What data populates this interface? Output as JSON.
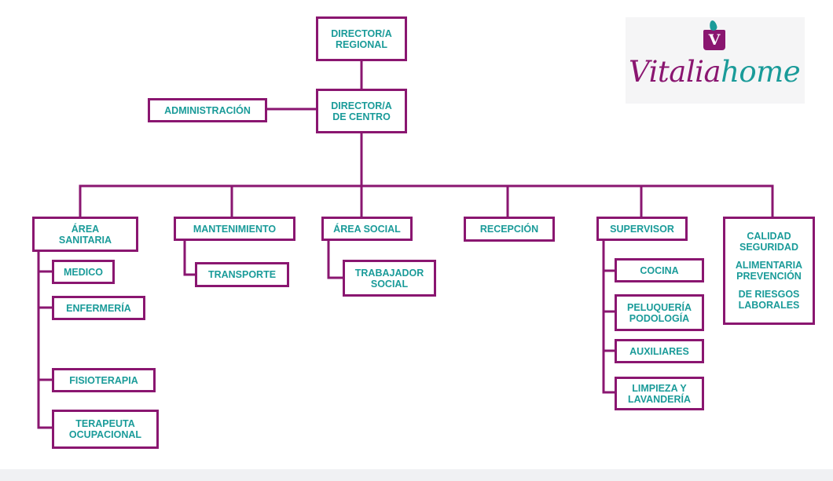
{
  "colors": {
    "border": "#8a1670",
    "text": "#1a9b99",
    "background": "#ffffff"
  },
  "logo": {
    "brand_part1": "Vitalia",
    "brand_part2": "home",
    "mark_letter": "V",
    "icon": "vitaliahome-logo-icon"
  },
  "top": {
    "director_regional": [
      "DIRECTOR/A",
      "REGIONAL"
    ],
    "director_centro": [
      "DIRECTOR/A",
      "DE CENTRO"
    ],
    "administracion": "ADMINISTRACIÓN"
  },
  "departments": {
    "area_sanitaria": [
      "ÁREA",
      "SANITARIA"
    ],
    "mantenimiento": "MANTENIMIENTO",
    "area_social": "ÁREA SOCIAL",
    "recepcion": "RECEPCIÓN",
    "supervisor": "SUPERVISOR",
    "calidad": [
      "CALIDAD",
      "SEGURIDAD",
      "ALIMENTARIA",
      "PREVENCIÓN",
      "DE RIESGOS",
      "LABORALES"
    ]
  },
  "sanitaria_items": {
    "medico": "MEDICO",
    "enfermeria": "ENFERMERÍA",
    "fisioterapia": "FISIOTERAPIA",
    "terapeuta": [
      "TERAPEUTA",
      "OCUPACIONAL"
    ]
  },
  "mantenimiento_items": {
    "transporte": "TRANSPORTE"
  },
  "social_items": {
    "trabajador": [
      "TRABAJADOR",
      "SOCIAL"
    ]
  },
  "supervisor_items": {
    "cocina": "COCINA",
    "peluqueria": [
      "PELUQUERÍA",
      "PODOLOGÍA"
    ],
    "auxiliares": "AUXILIARES",
    "limpieza": [
      "LIMPIEZA Y",
      "LAVANDERÍA"
    ]
  }
}
